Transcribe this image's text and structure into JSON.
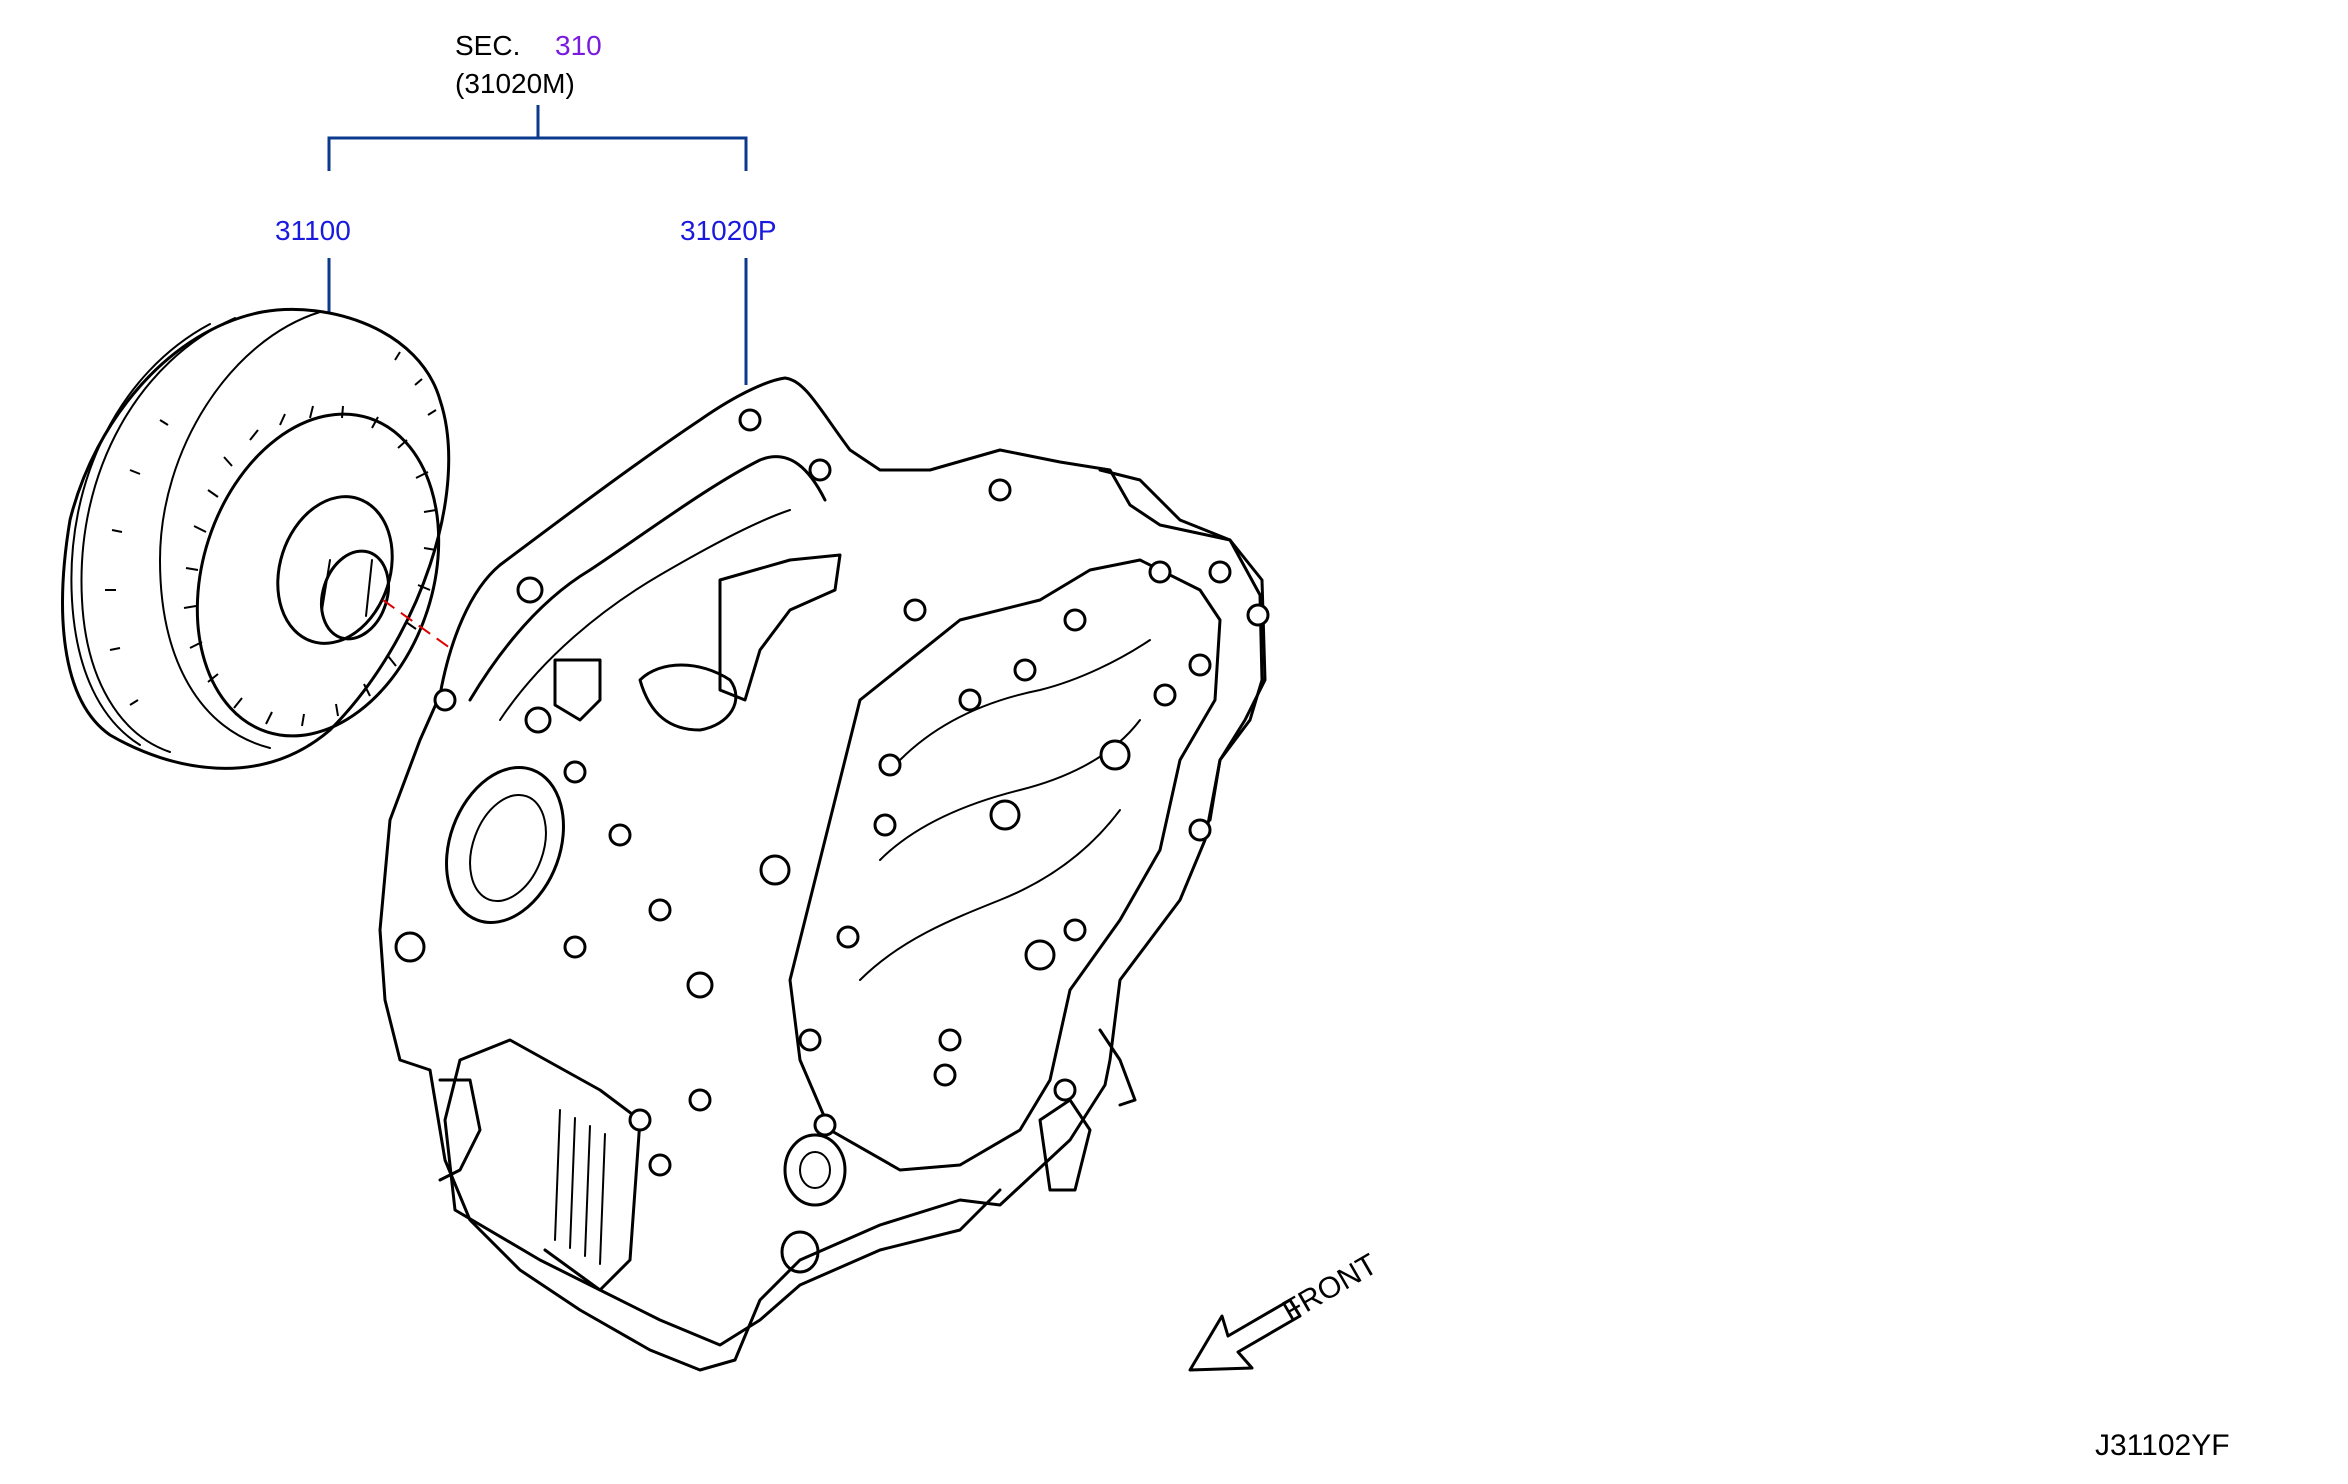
{
  "colors": {
    "leader_line": "#0b3a8c",
    "part_number_text": "#1a1adf",
    "section_ref_text": "#7a1adf",
    "center_line": "#e00000",
    "outline": "#000000"
  },
  "section_ref": {
    "prefix": "SEC.",
    "number": "310",
    "assembly_code": "(31020M)"
  },
  "parts": [
    {
      "number": "31100"
    },
    {
      "number": "31020P"
    }
  ],
  "direction_label": "FRONT",
  "diagram_id": "J31102YF"
}
